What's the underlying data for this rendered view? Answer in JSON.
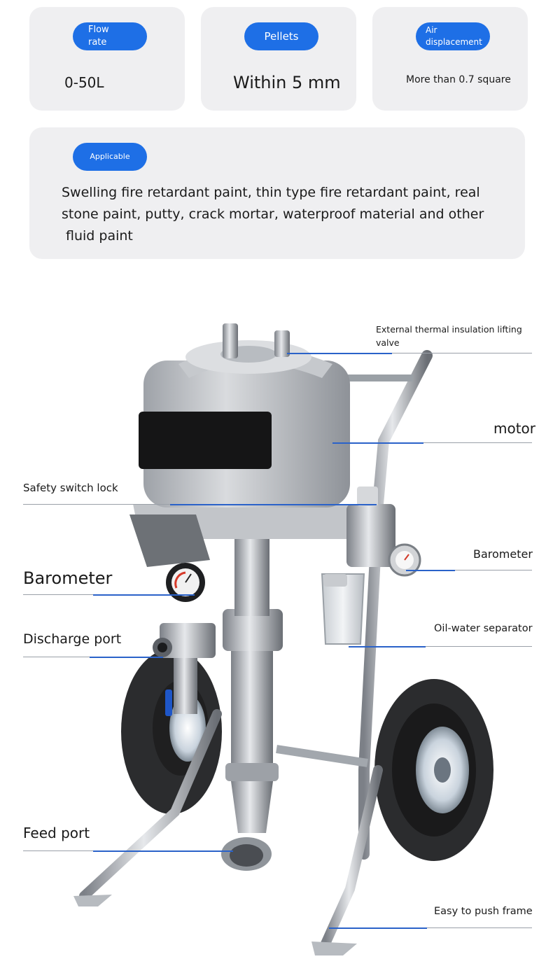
{
  "specs": {
    "flow_rate": {
      "label_line1": "Flow",
      "label_line2": "rate",
      "value": "0-50L"
    },
    "pellets": {
      "label": "Pellets",
      "value": "Within 5 mm"
    },
    "air_displacement": {
      "label_line1": "Air",
      "label_line2": "displacement",
      "value": "More than 0.7 square"
    },
    "applicable": {
      "label": "Applicable",
      "line1": "Swelling fire retardant paint, thin type fire retardant paint, real",
      "line2": "stone paint, putty, crack mortar, waterproof material and other",
      "line3": "fluid paint"
    }
  },
  "callouts": {
    "lifting_valve_line1": "External thermal insulation lifting",
    "lifting_valve_line2": "valve",
    "motor": "motor",
    "safety_switch_lock": "Safety switch lock",
    "barometer_right": "Barometer",
    "barometer_left": "Barometer",
    "oil_water_separator": "Oil-water separator",
    "discharge_port": "Discharge port",
    "feed_port": "Feed port",
    "push_frame": "Easy to push frame"
  },
  "colors": {
    "accent": "#1e6fe6",
    "card": "#efeff1",
    "line": "#2a62c9"
  }
}
